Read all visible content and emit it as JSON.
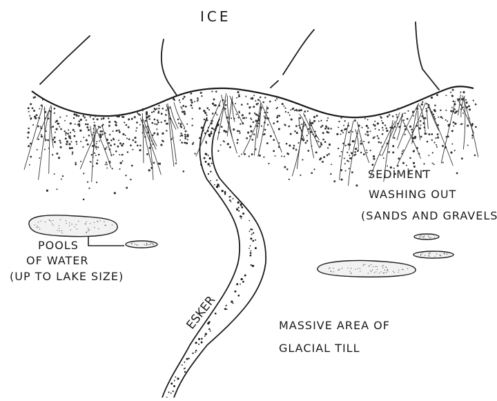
{
  "labels": {
    "ice": "ICE",
    "sediment_line1": "SEDIMENT",
    "sediment_line2": "WASHING OUT",
    "sediment_line3": "(SANDS AND GRAVELS)",
    "pools_line1": "POOLS",
    "pools_line2": "OF WATER",
    "pools_line3": "(UP TO LAKE SIZE)",
    "till_line1": "MASSIVE AREA OF",
    "till_line2": "GLACIAL TILL",
    "esker": "ESKER"
  },
  "colors": {
    "ink": "#1a1a1a",
    "background": "#ffffff",
    "pool_fill": "#f2f2f2"
  }
}
